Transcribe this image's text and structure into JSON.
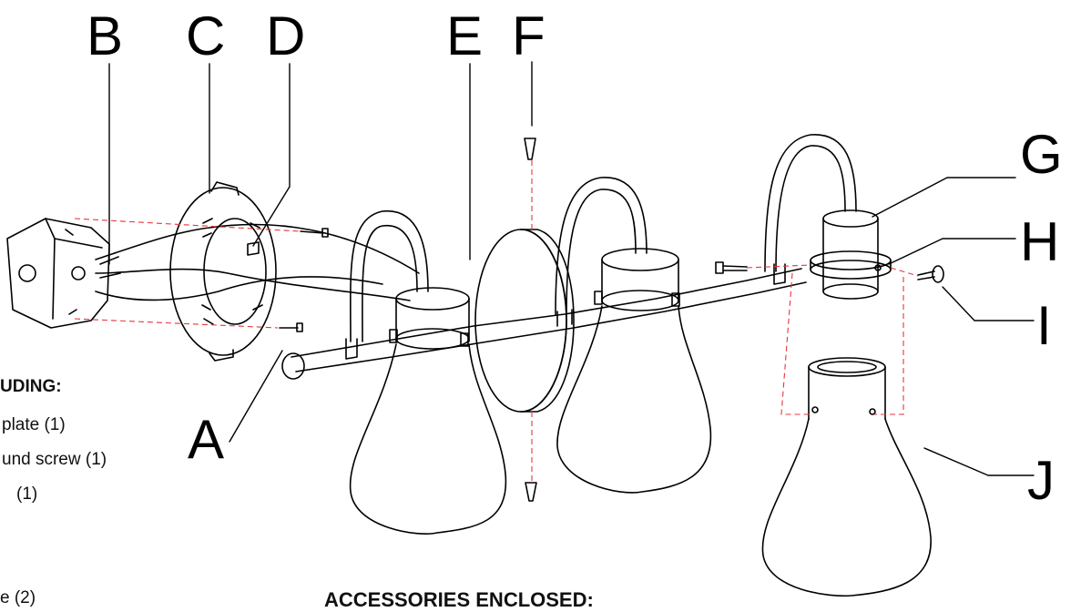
{
  "labels": {
    "A": "A",
    "B": "B",
    "C": "C",
    "D": "D",
    "E": "E",
    "F": "F",
    "G": "G",
    "H": "H",
    "I": "I",
    "J": "J"
  },
  "left_text": {
    "heading": "UDING:",
    "line1": "plate (1)",
    "line2": "und screw (1)",
    "line3": "(1)",
    "line4": "e (2)"
  },
  "bottom_heading": "ACCESSORIES ENCLOSED:",
  "colors": {
    "ink": "#000000",
    "guide": "#e8353c"
  }
}
